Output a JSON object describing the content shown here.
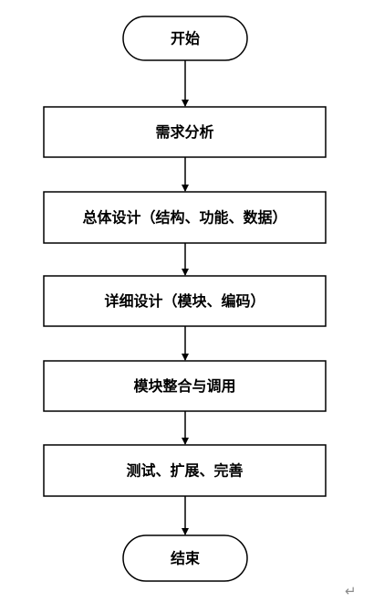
{
  "flowchart": {
    "nodes": [
      {
        "id": "start",
        "shape": "terminal",
        "label": "开始"
      },
      {
        "id": "requirements",
        "shape": "process",
        "label": "需求分析"
      },
      {
        "id": "overall-design",
        "shape": "process",
        "label": "总体设计（结构、功能、数据）"
      },
      {
        "id": "detailed-design",
        "shape": "process",
        "label": "详细设计（模块、编码）"
      },
      {
        "id": "integration",
        "shape": "process",
        "label": "模块整合与调用"
      },
      {
        "id": "testing",
        "shape": "process",
        "label": "测试、扩展、完善"
      },
      {
        "id": "end",
        "shape": "terminal",
        "label": "结束"
      }
    ],
    "edges": [
      {
        "from": "start",
        "to": "requirements"
      },
      {
        "from": "requirements",
        "to": "overall-design"
      },
      {
        "from": "overall-design",
        "to": "detailed-design"
      },
      {
        "from": "detailed-design",
        "to": "integration"
      },
      {
        "from": "integration",
        "to": "testing"
      },
      {
        "from": "testing",
        "to": "end"
      }
    ]
  },
  "paragraph_mark": "↵"
}
